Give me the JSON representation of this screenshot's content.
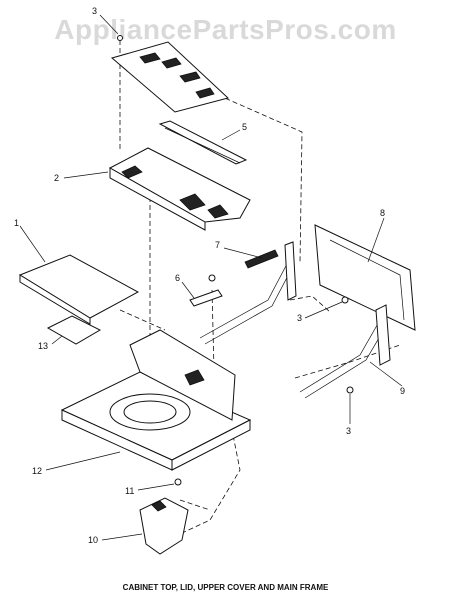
{
  "watermark": "AppliancePartsPros.com",
  "caption": "CABINET TOP, LID, UPPER COVER AND MAIN FRAME",
  "callouts": {
    "c1": "1",
    "c2": "2",
    "c3a": "3",
    "c3b": "3",
    "c3c": "3",
    "c5": "5",
    "c6": "6",
    "c7": "7",
    "c8": "8",
    "c9": "9",
    "c10": "10",
    "c11": "11",
    "c12": "12",
    "c13": "13"
  }
}
